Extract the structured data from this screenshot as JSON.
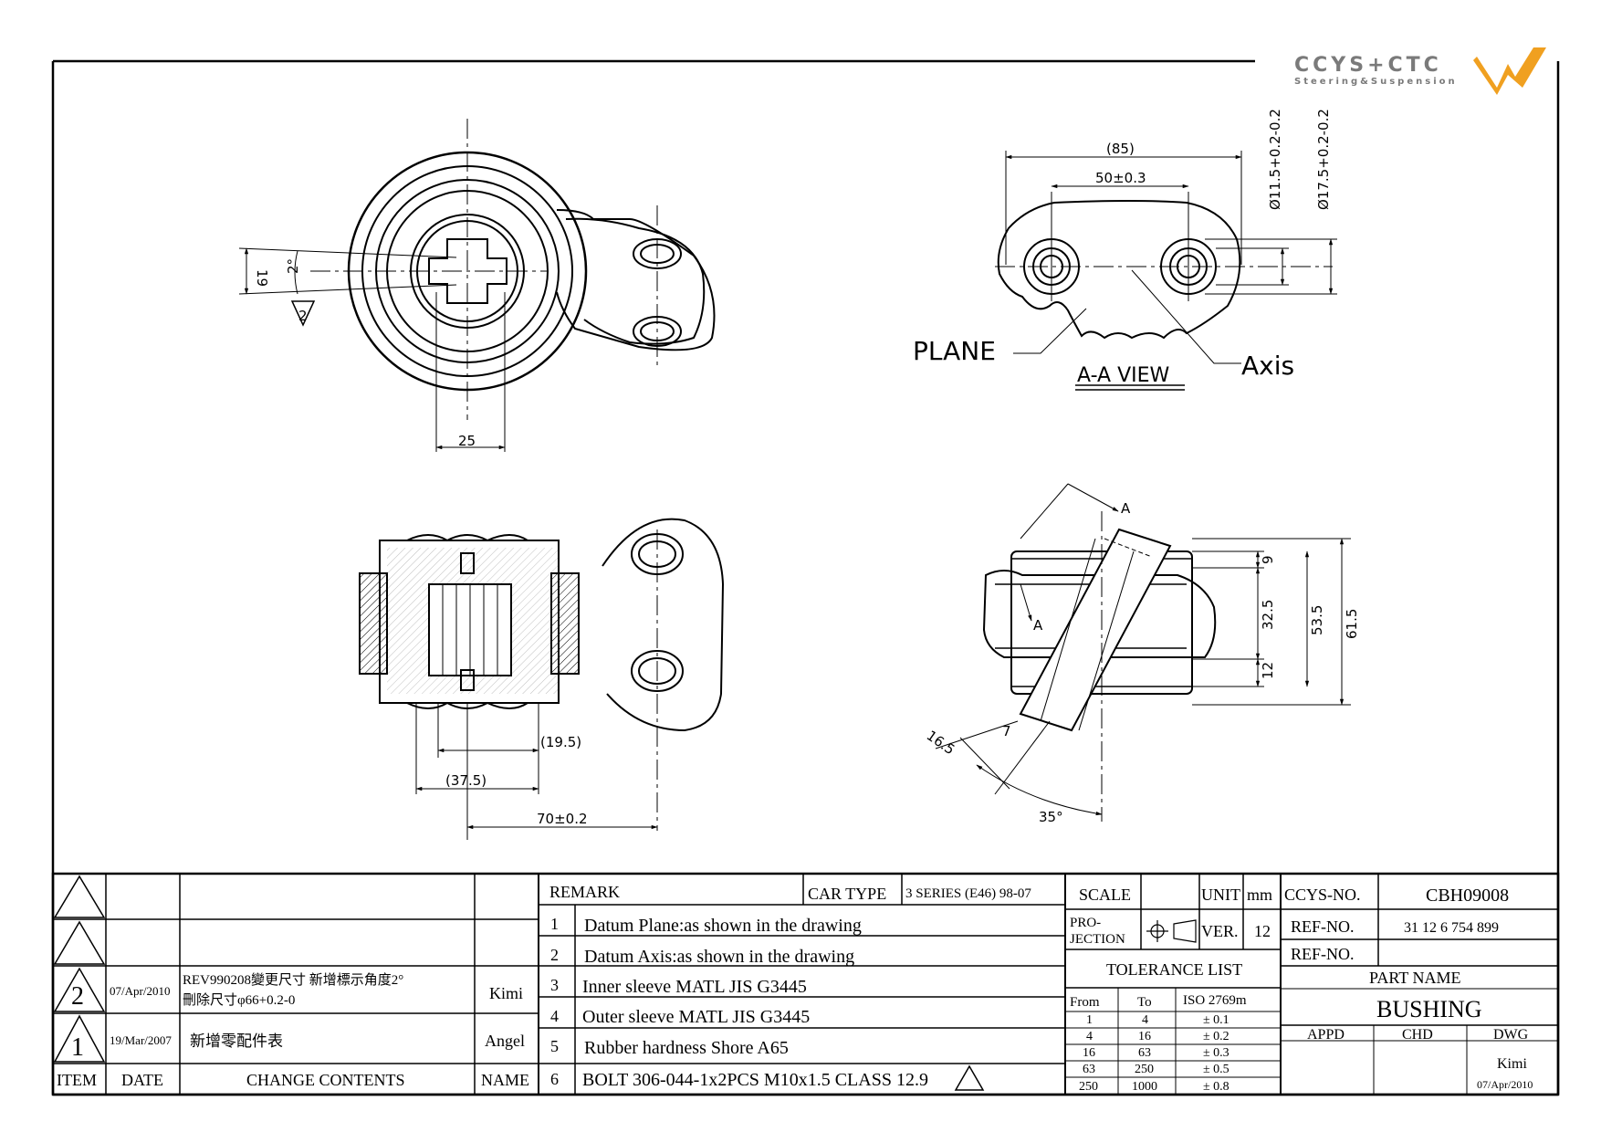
{
  "logo": {
    "brand": "CCYS+CTC",
    "tagline": "Steering&Suspension",
    "colors": {
      "text": "#7a7a7a",
      "mark": "#f0a020"
    }
  },
  "views": {
    "front": {
      "dim_bore": "25",
      "dim_height": "19",
      "angle": "2°",
      "rev_mark": "2"
    },
    "aa_view": {
      "dim_overall": "(85)",
      "dim_centers": "50±0.3",
      "dim_hole_small": "Ø11.5+0.2-0.2",
      "dim_hole_large": "Ø17.5+0.2-0.2",
      "label_plane": "PLANE",
      "label_axis": "Axis",
      "title": "A-A VIEW"
    },
    "section": {
      "dim_a": "(19.5)",
      "dim_b": "(37.5)",
      "dim_c": "70±0.2"
    },
    "side": {
      "dim_9": "9",
      "dim_32_5": "32.5",
      "dim_12": "12",
      "dim_53_5": "53.5",
      "dim_61_5": "61.5",
      "dim_16_5": "16.5",
      "dim_7": "7",
      "dim_35": "35°",
      "cut_a": "A"
    }
  },
  "revisions": {
    "rows": [
      {
        "mark": "",
        "date": "",
        "content": "",
        "name": ""
      },
      {
        "mark": "",
        "date": "",
        "content": "",
        "name": ""
      },
      {
        "mark": "2",
        "date": "07/Apr/2010",
        "content_line1": "REV990208變更尺寸 新增標示角度2°",
        "content_line2": "刪除尺寸φ66+0.2-0",
        "name": "Kimi"
      },
      {
        "mark": "1",
        "date": "19/Mar/2007",
        "content": "新增零配件表",
        "name": "Angel"
      }
    ],
    "headers": {
      "item": "ITEM",
      "date": "DATE",
      "change": "CHANGE CONTENTS",
      "name": "NAME"
    }
  },
  "remarks": {
    "header": "REMARK",
    "car_type_label": "CAR TYPE",
    "car_type_value": "3 SERIES (E46) 98-07",
    "items": [
      {
        "n": "1",
        "text": "Datum Plane:as shown in the drawing"
      },
      {
        "n": "2",
        "text": "Datum Axis:as shown in the drawing"
      },
      {
        "n": "3",
        "text": "Inner sleeve MATL JIS G3445"
      },
      {
        "n": "4",
        "text": "Outer sleeve MATL JIS G3445"
      },
      {
        "n": "5",
        "text": "Rubber hardness Shore A65"
      },
      {
        "n": "6",
        "text": "BOLT 306-044-1x2PCS M10x1.5 CLASS 12.9"
      }
    ]
  },
  "specs": {
    "scale_label": "SCALE",
    "unit_label": "UNIT",
    "unit_value": "mm",
    "projection_label": "PRO-\nJECTION",
    "ver_label": "VER.",
    "ver_value": "12",
    "tolerance_title": "TOLERANCE LIST",
    "tol_headers": [
      "From",
      "To",
      "ISO 2769m"
    ],
    "tol_rows": [
      [
        "1",
        "4",
        "± 0.1"
      ],
      [
        "4",
        "16",
        "± 0.2"
      ],
      [
        "16",
        "63",
        "± 0.3"
      ],
      [
        "63",
        "250",
        "± 0.5"
      ],
      [
        "250",
        "1000",
        "± 0.8"
      ]
    ]
  },
  "identity": {
    "ccys_label": "CCYS-NO.",
    "ccys_value": "CBH09008",
    "ref1_label": "REF-NO.",
    "ref1_value": "31 12 6 754 899",
    "ref2_label": "REF-NO.",
    "ref2_value": "",
    "part_name_label": "PART NAME",
    "part_name_value": "BUSHING",
    "appd_label": "APPD",
    "chd_label": "CHD",
    "dwg_label": "DWG",
    "dwg_name": "Kimi",
    "dwg_date": "07/Apr/2010"
  }
}
